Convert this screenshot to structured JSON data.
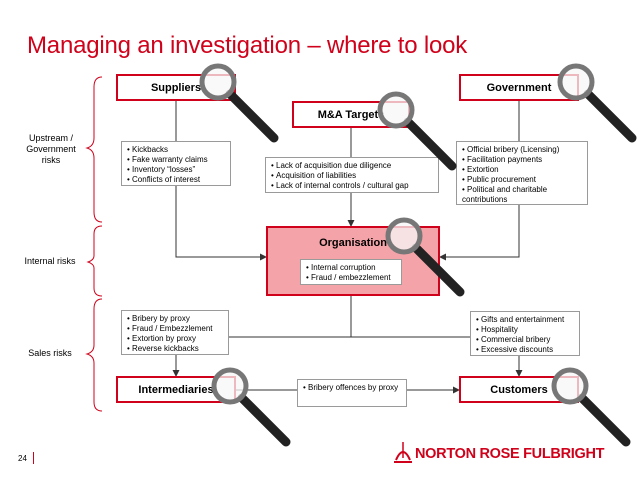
{
  "title": "Managing an investigation – where to look",
  "side_labels": {
    "upstream": "Upstream / Government risks",
    "internal": "Internal risks",
    "sales": "Sales risks"
  },
  "entities": {
    "suppliers": "Suppliers",
    "ma_targets": "M&A Targets",
    "government": "Government",
    "organisation": "Organisation",
    "intermediaries": "Intermediaries",
    "customers": "Customers"
  },
  "notes": {
    "suppliers": [
      "Kickbacks",
      "Fake warranty claims",
      "Inventory “losses”",
      "Conflicts of interest"
    ],
    "ma_targets": [
      "Lack of acquisition due diligence",
      "Acquisition of liabilities",
      "Lack of internal controls / cultural gap"
    ],
    "government": [
      "Official bribery (Licensing)",
      "Facilitation payments",
      "Extortion",
      "Public procurement",
      "Political and charitable contributions"
    ],
    "organisation": [
      "Internal corruption",
      "Fraud / embezzlement"
    ],
    "intermediaries": [
      "Bribery by proxy",
      "Fraud / Embezzlement",
      "Extortion by proxy",
      "Reverse kickbacks"
    ],
    "customers": [
      "Gifts and entertainment",
      "Hospitality",
      "Commercial bribery",
      "Excessive discounts"
    ],
    "bribery_offences": [
      "Bribery offences by proxy"
    ]
  },
  "footer": {
    "page_number": "24",
    "brand": "NORTON ROSE FULBRIGHT"
  },
  "colors": {
    "accent": "#d0021b",
    "organisation_fill": "#f4a3a8"
  },
  "icons": [
    "magnifier-icon",
    "brand-logo-icon"
  ]
}
